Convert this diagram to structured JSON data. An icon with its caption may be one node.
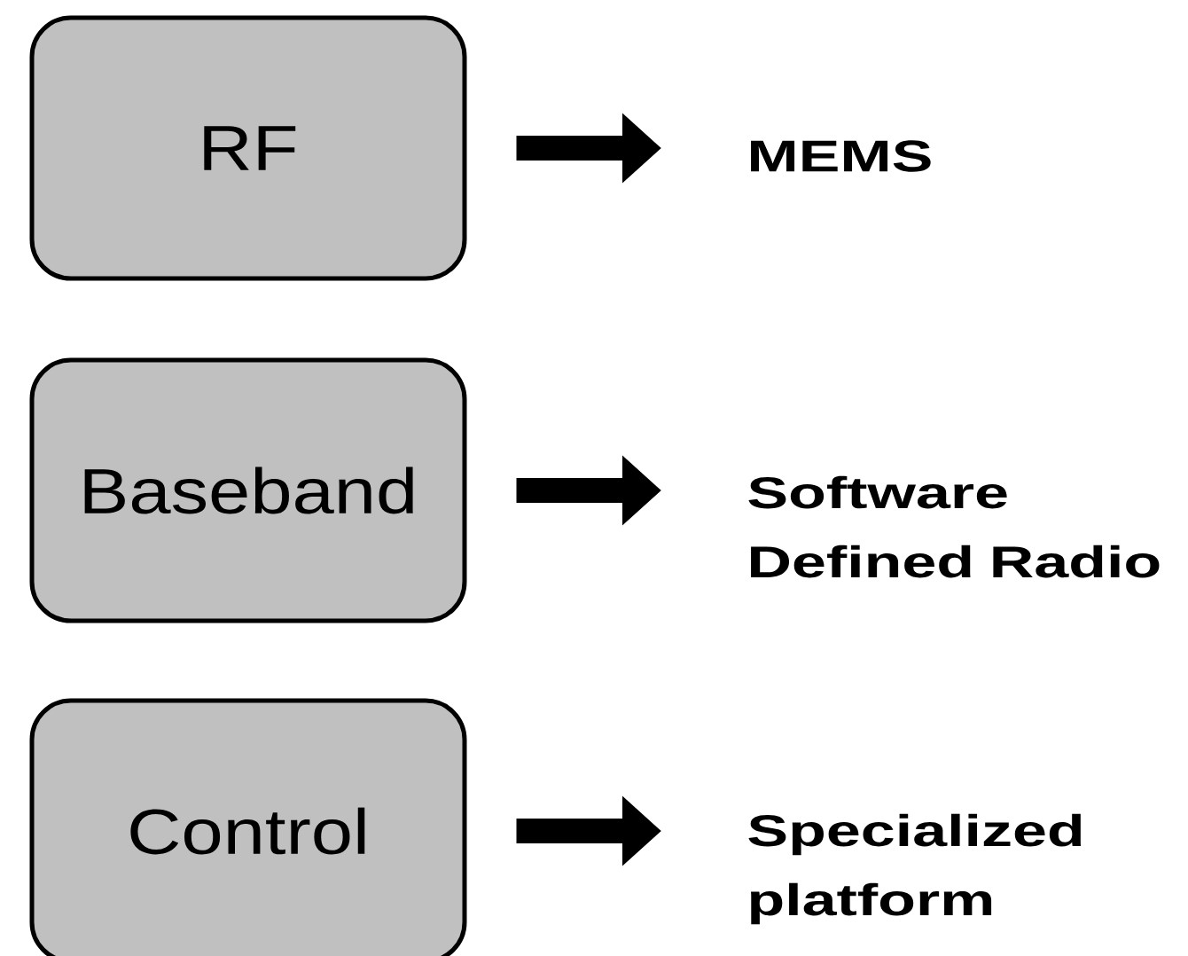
{
  "diagram": {
    "nodes": [
      {
        "text": [
          "RF"
        ]
      },
      {
        "text": [
          "Baseband"
        ]
      },
      {
        "text": [
          "Control"
        ]
      },
      {
        "text": [
          "MEMS"
        ]
      },
      {
        "text": [
          "Software Defined Radio"
        ]
      },
      {
        "text": [
          "Specialized platform"
        ]
      }
    ],
    "edges": [
      {
        "from": 0,
        "to": 3,
        "arrow": "to"
      },
      {
        "from": 1,
        "to": 4,
        "arrow": "to"
      },
      {
        "from": 2,
        "to": 5,
        "arrow": "to"
      }
    ]
  }
}
